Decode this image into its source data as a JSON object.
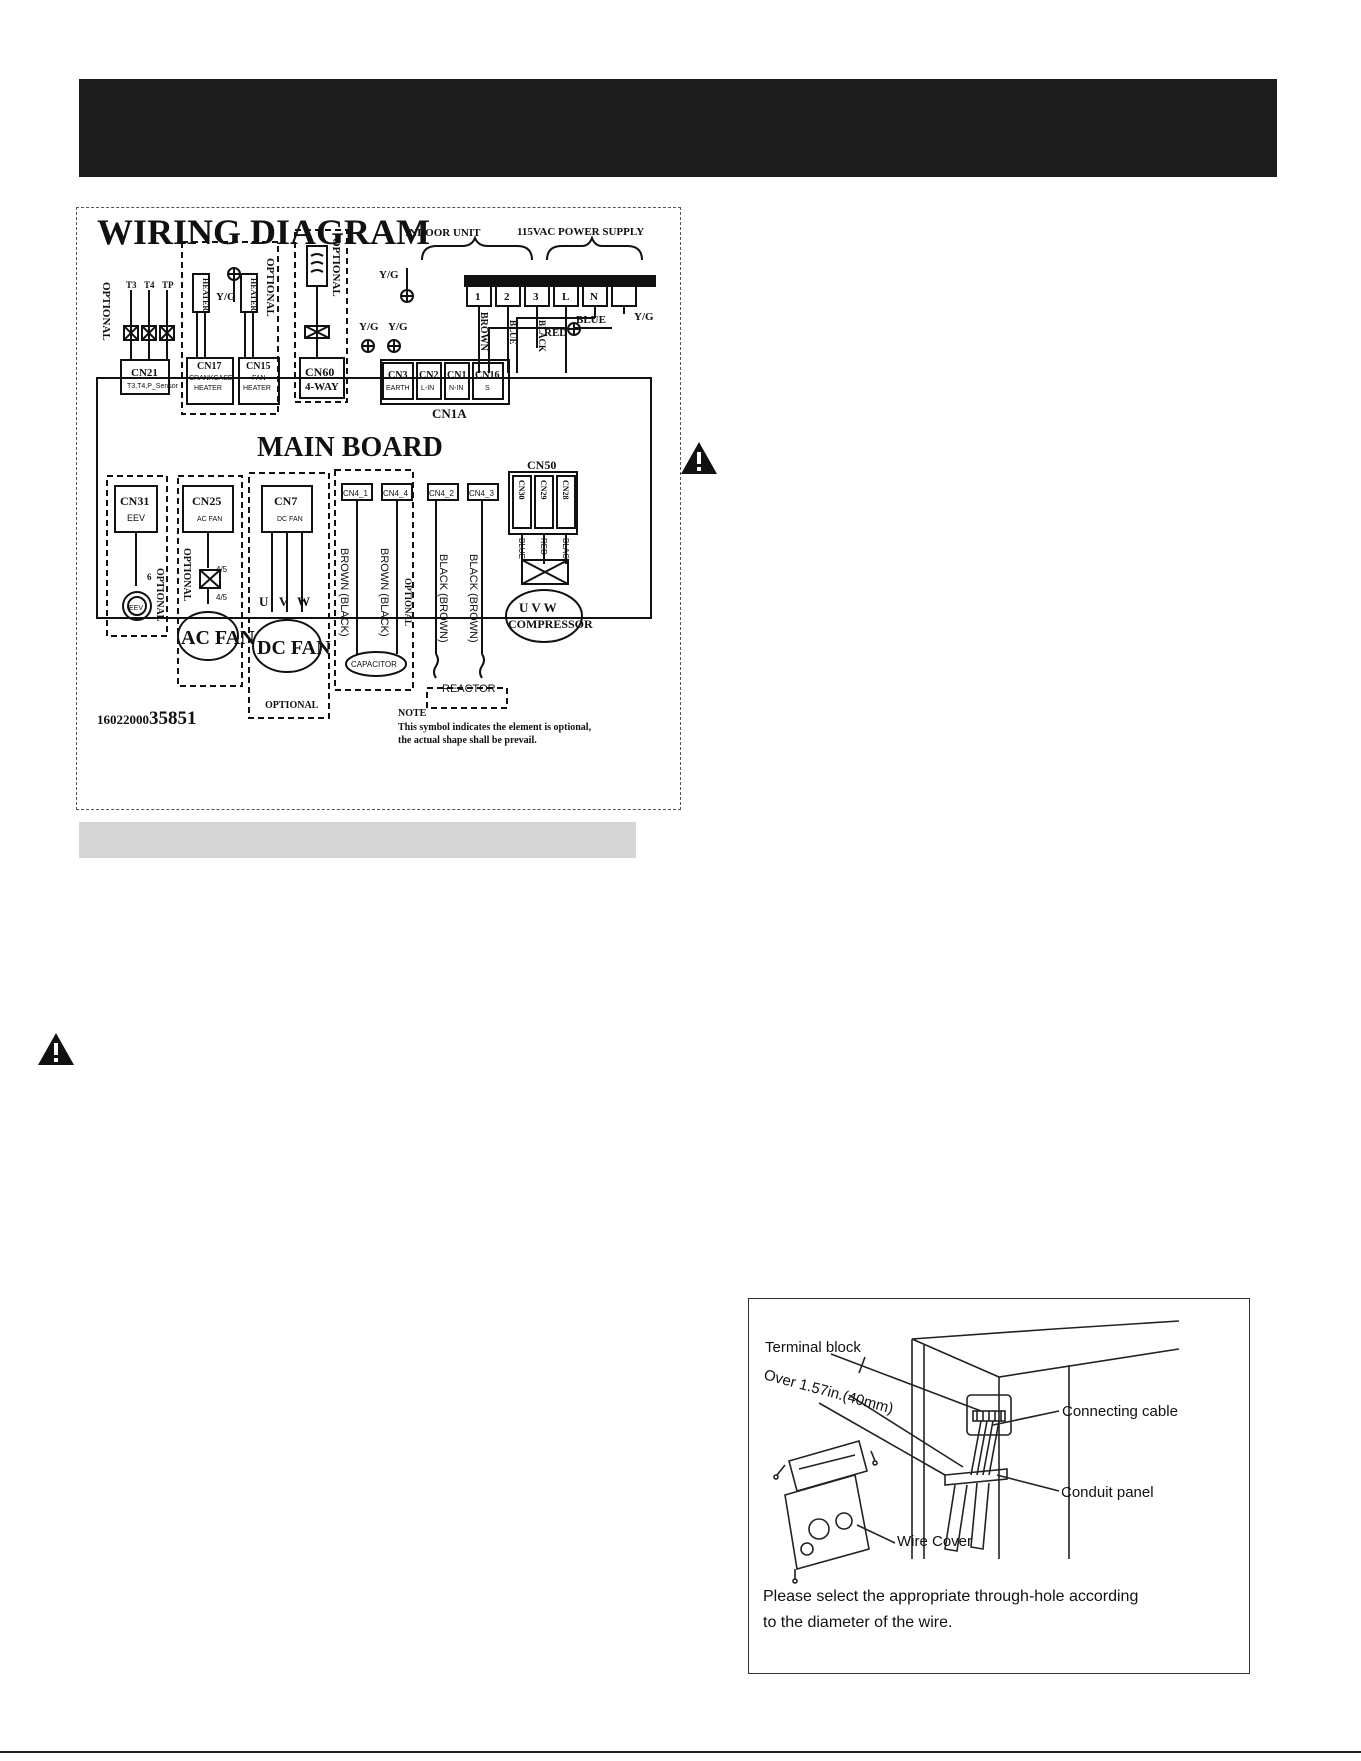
{
  "wiring": {
    "title": "WIRING  DIAGRAM",
    "indoor_unit": "INDOOR UNIT",
    "power_supply": "115VAC POWER SUPPLY",
    "terminals": [
      "1",
      "2",
      "3",
      "L",
      "N"
    ],
    "yg": "Y/G",
    "brown": "BROWN",
    "blue": "BLUE",
    "black": "BLACK",
    "red": "RED",
    "optional": "OPTIONAL",
    "t3": "T3",
    "t4": "T4",
    "tp": "TP",
    "heater": "HEATER",
    "cn21": "CN21",
    "cn21_sub": "T3,T4,P_Sensor",
    "cn17": "CN17",
    "cn17_sub1": "CRANKCASE",
    "cn17_sub2": "HEATER",
    "cn15": "CN15",
    "cn15_sub1": "FAN",
    "cn15_sub2": "HEATER",
    "cn60": "CN60",
    "cn60_sub": "4-WAY",
    "cn3": "CN3",
    "cn3_sub": "EARTH",
    "cn2": "CN2",
    "cn2_sub": "L-IN",
    "cn1": "CN1",
    "cn1_sub": "N-IN",
    "cn16": "CN16",
    "cn16_sub": "S",
    "cn1a": "CN1A",
    "main_board": "MAIN BOARD",
    "cn31": "CN31",
    "cn31_sub": "EEV",
    "cn25": "CN25",
    "cn25_sub": "AC FAN",
    "cn7": "CN7",
    "cn7_sub": "DC FAN",
    "cn4_1": "CN4_1",
    "cn4_4": "CN4_4",
    "cn4_2": "CN4_2",
    "cn4_3": "CN4_3",
    "cn50": "CN50",
    "cn30": "CN30",
    "cn29": "CN29",
    "cn28": "CN28",
    "six": "6",
    "eev": "EEV",
    "fourfive": "4/5",
    "ac_fan": "AC FAN",
    "uvw_u": "U",
    "uvw_v": "V",
    "uvw_w": "W",
    "dc_fan": "DC FAN",
    "brown_black": "BROWN (BLACK)",
    "black_brown": "BLACK (BROWN)",
    "capacitor": "CAPACITOR",
    "reactor": "REACTOR",
    "compressor": "COMPRESSOR",
    "uvw": "U  V  W",
    "part_prefix": "16022000",
    "part_suffix": "35851",
    "note": "NOTE",
    "note_line1": "This symbol indicates the element is  optional,",
    "note_line2": "the actual shape shall be prevail."
  },
  "install": {
    "terminal_block": "Terminal block",
    "over": "Over 1.57in.(40mm)",
    "connecting_cable": "Connecting cable",
    "conduit_panel": "Conduit panel",
    "wire_cover": "Wire Cover",
    "caption_line1": "Please select the appropriate through-hole according",
    "caption_line2": "to the diameter of the wire."
  }
}
